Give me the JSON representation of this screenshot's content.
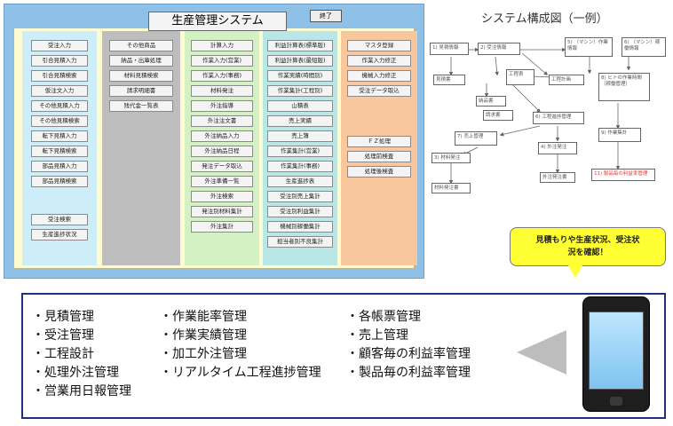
{
  "menu": {
    "title": "生産管理システム",
    "exit_label": "終了",
    "col1": [
      "受注入力",
      "引合見積入力",
      "引合見積検索",
      "仮注文入力",
      "その他見積入力",
      "その他見積検索",
      "転下見積入力",
      "転下見積検索",
      "部品見積入力",
      "部品見積検索",
      "受注検索",
      "生産進捗状況"
    ],
    "col2": [
      "その他商品",
      "納品・出庫処理",
      "材料見積検索",
      "請求明細書",
      "残代金一覧表"
    ],
    "col3": [
      "計算入力",
      "作業入力(営業)",
      "作業入力(事務)",
      "材料発注",
      "外注指導",
      "外注注文書",
      "外注納品入力",
      "外注納品日程",
      "発注データ取込",
      "外注準備一覧",
      "外注検索",
      "発注別材料集計",
      "外注集計"
    ],
    "col4": [
      "利益計算表(標準版)",
      "利益計算表(最短版)",
      "作業実績(時間別)",
      "作業集計(工程別)",
      "山積表",
      "売上実績",
      "売上簿",
      "作業集計(営業)",
      "作業集計(事務)",
      "生産進捗表",
      "受注別売上集計",
      "受注別利益集計",
      "機械別稼働集計",
      "担当者別不良集計"
    ],
    "col5": [
      "マスタ登録",
      "作業入力修正",
      "機械入力修正",
      "受注データ取込",
      "ＦＺ処理",
      "処理前検査",
      "処理後検査"
    ]
  },
  "architecture": {
    "title": "システム構成図（一例）",
    "nodes": [
      {
        "id": "n1",
        "label": "1) 見積情報"
      },
      {
        "id": "n2",
        "label": "2) 受注情報"
      },
      {
        "id": "n5",
        "label": "5) （マシン）作業情報"
      },
      {
        "id": "n6",
        "label": "6) （マシン）稼働情報"
      },
      {
        "id": "n-mitsumori",
        "label": "見積書"
      },
      {
        "id": "n-koutei",
        "label": "工程表"
      },
      {
        "id": "n-koteihyo",
        "label": "工程計画"
      },
      {
        "id": "n8",
        "label": "8) ヒトの作業時間（稼働管理）"
      },
      {
        "id": "n-nohin",
        "label": "納品書"
      },
      {
        "id": "n-seikyu",
        "label": "請求書"
      },
      {
        "id": "n6b",
        "label": "6) 工程進捗管理"
      },
      {
        "id": "n7",
        "label": "7) 売上管理"
      },
      {
        "id": "n9",
        "label": "9) 作業集計"
      },
      {
        "id": "n4",
        "label": "4) 外注発注"
      },
      {
        "id": "n3",
        "label": "3) 材料発注"
      },
      {
        "id": "n-gaichu",
        "label": "外注発注書"
      },
      {
        "id": "n-zairyo",
        "label": "材料発注書"
      },
      {
        "id": "n11",
        "label": "11) 製品毎の利益率管理"
      }
    ]
  },
  "callout": {
    "line1": "見積もりや生産状況、受注状",
    "line2": "況を確認！"
  },
  "features": {
    "col1": [
      "・見積管理",
      "・受注管理",
      "・工程設計",
      "・処理外注管理",
      "・営業用日報管理"
    ],
    "col2": [
      "・作業能率管理",
      "・作業実績管理",
      "・加工外注管理",
      "・リアルタイム工程進捗管理"
    ],
    "col3": [
      "・各帳票管理",
      "・売上管理",
      "・顧客毎の利益率管理",
      "・製品毎の利益率管理"
    ]
  },
  "colors": {
    "window_bg": "#8ec0e8",
    "panel_bg": "#fcfbd2",
    "col1": "#cdeef8",
    "col2": "#bdbdbd",
    "col3": "#d4f1c4",
    "col4": "#b9e7e7",
    "col5": "#f8c79d",
    "callout": "#ffff33",
    "feature_border": "#1f2f7a",
    "highlight_red": "#e33333"
  },
  "icons": {
    "arrow": "left-triangle-arrow",
    "device": "smartphone-icon"
  }
}
